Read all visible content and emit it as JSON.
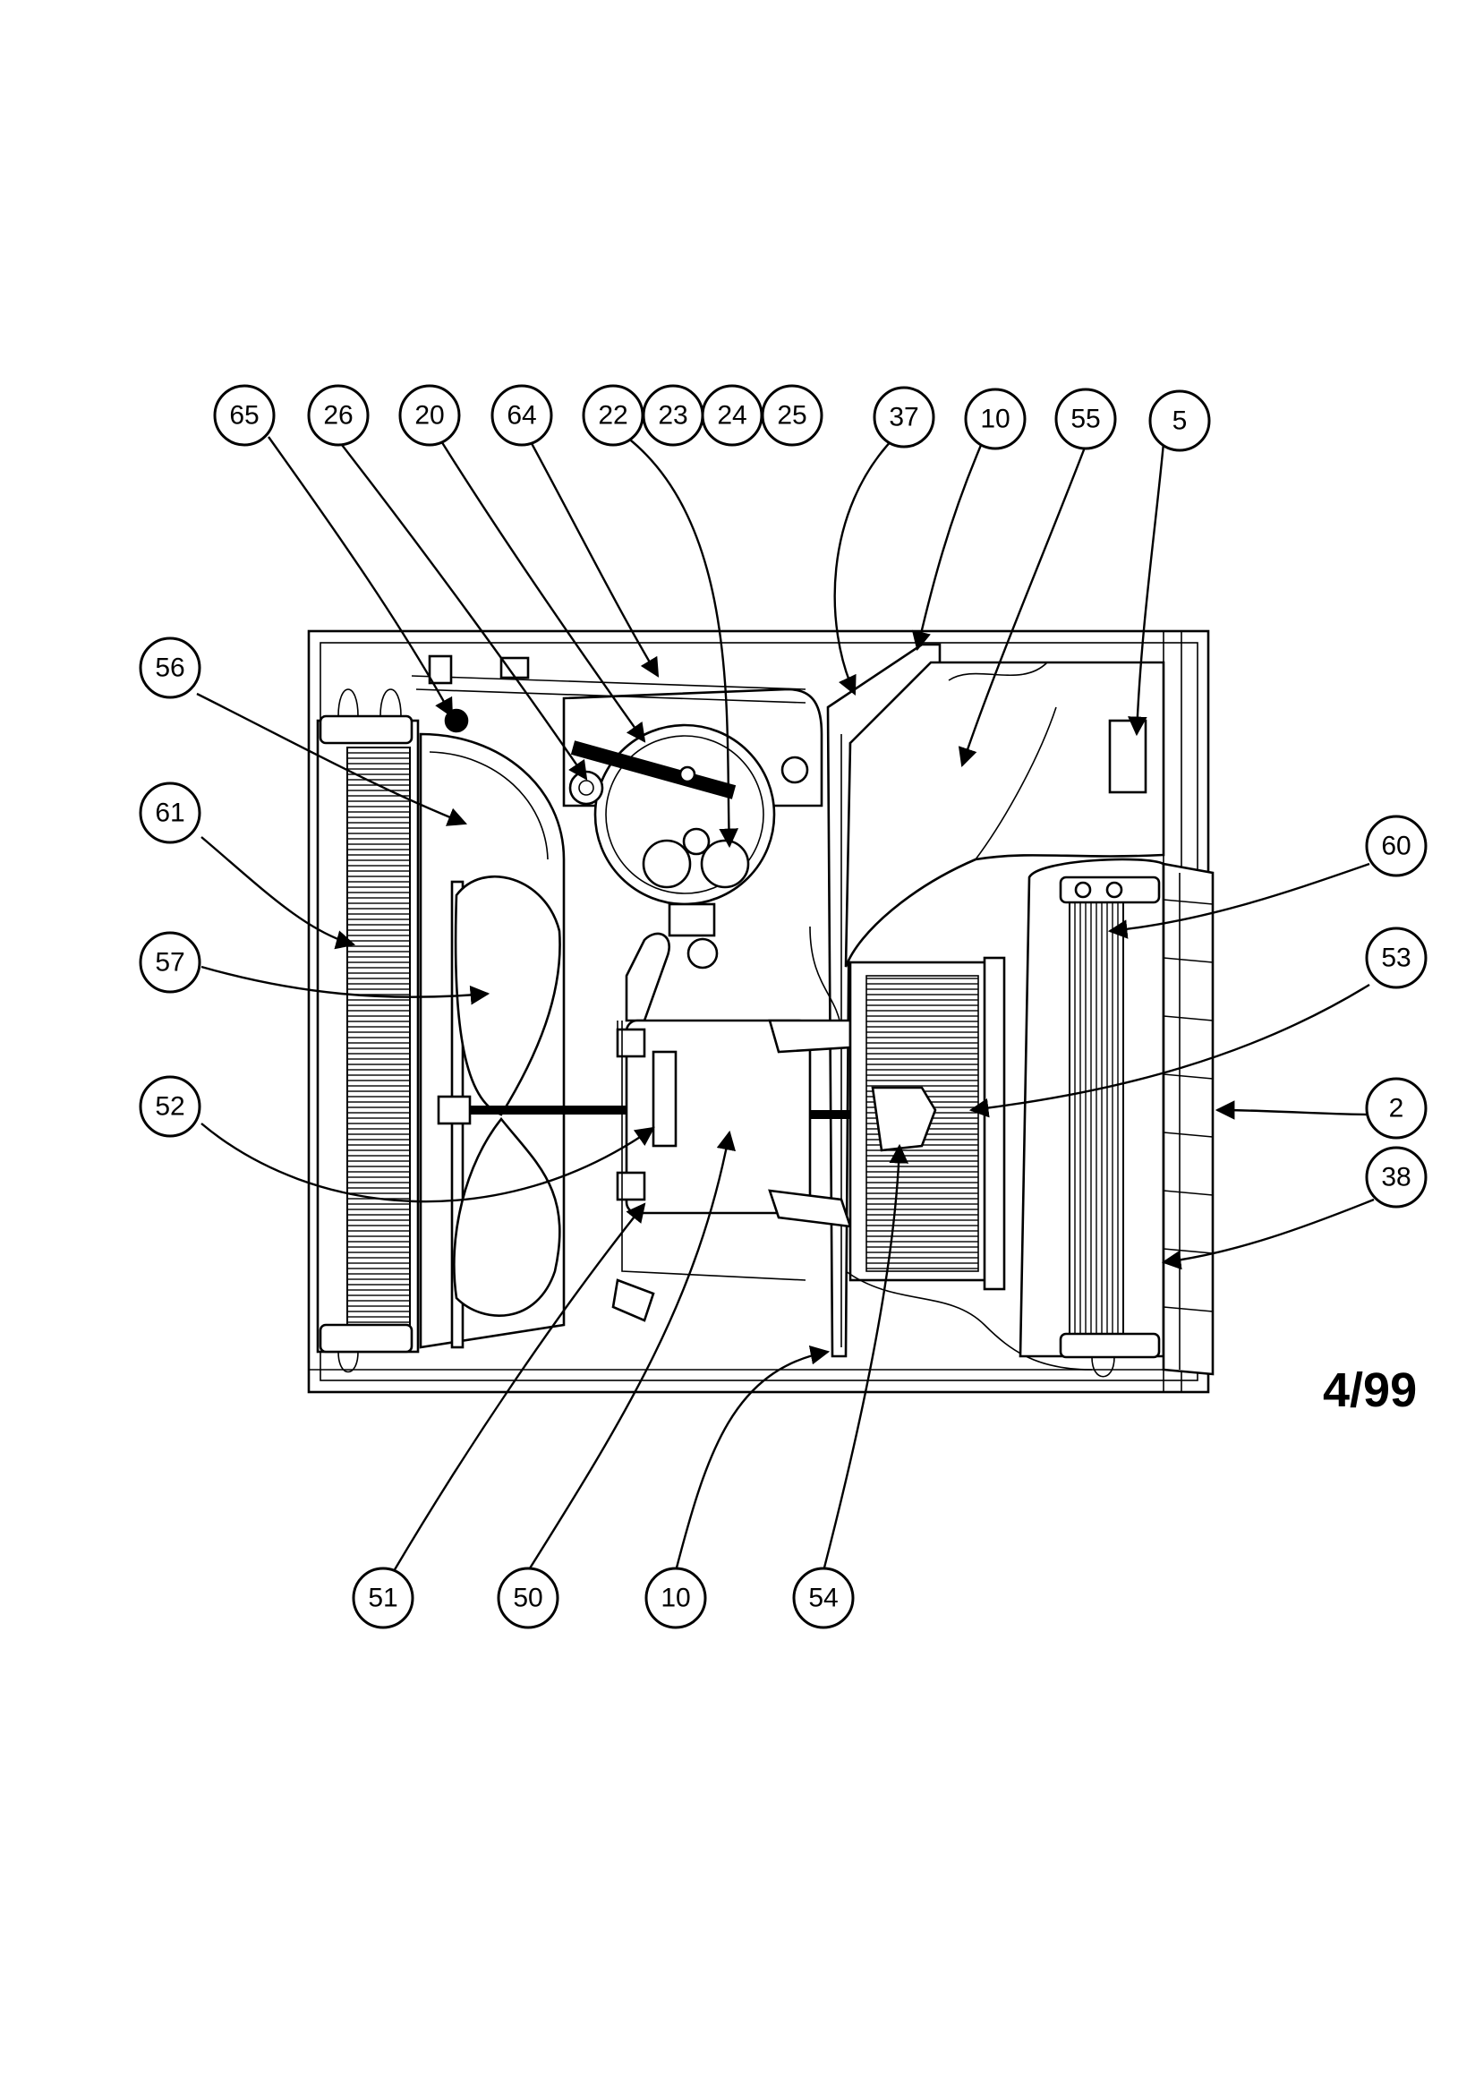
{
  "page_code": "4/99",
  "callouts": {
    "c65": "65",
    "c26": "26",
    "c20": "20",
    "c64": "64",
    "c22": "22",
    "c23": "23",
    "c24": "24",
    "c25": "25",
    "c37": "37",
    "c10a": "10",
    "c55": "55",
    "c5": "5",
    "c56": "56",
    "c61": "61",
    "c57": "57",
    "c52": "52",
    "c60": "60",
    "c53": "53",
    "c2": "2",
    "c38": "38",
    "c51": "51",
    "c50": "50",
    "c10b": "10",
    "c54": "54"
  },
  "colors": {
    "line": "#000000",
    "background": "#ffffff"
  }
}
